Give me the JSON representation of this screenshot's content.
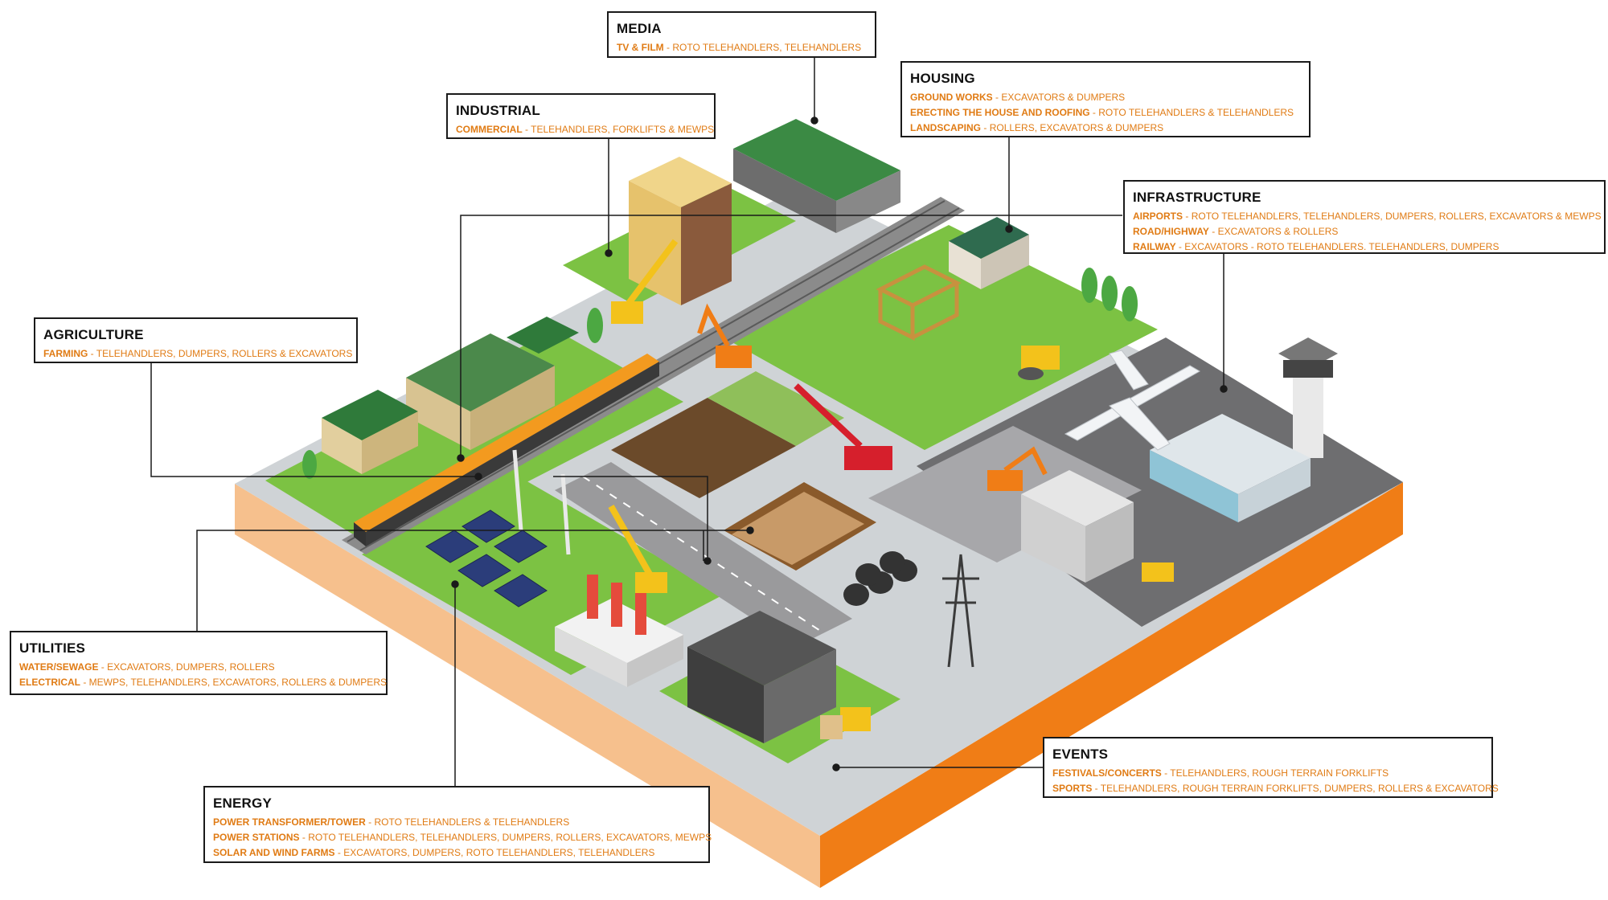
{
  "colors": {
    "accent": "#e07b14",
    "grass": "#7cc243",
    "road": "#a9a9a9",
    "base_left": "#f6c08d",
    "base_right": "#f07d16"
  },
  "callouts": {
    "media": {
      "title": "MEDIA",
      "items": [
        {
          "label": "TV & FILM",
          "sep": " - ",
          "value": "ROTO TELEHANDLERS, TELEHANDLERS"
        }
      ]
    },
    "industrial": {
      "title": "INDUSTRIAL",
      "items": [
        {
          "label": "COMMERCIAL",
          "sep": " - ",
          "value": "TELEHANDLERS, FORKLIFTS & MEWPS"
        }
      ]
    },
    "housing": {
      "title": "HOUSING",
      "items": [
        {
          "label": "GROUND WORKS",
          "sep": " - ",
          "value": "EXCAVATORS & DUMPERS"
        },
        {
          "label": "ERECTING THE HOUSE AND ROOFING",
          "sep": " - ",
          "value": "ROTO TELEHANDLERS & TELEHANDLERS"
        },
        {
          "label": "LANDSCAPING",
          "sep": " - ",
          "value": "ROLLERS, EXCAVATORS & DUMPERS"
        }
      ]
    },
    "infrastructure": {
      "title": "INFRASTRUCTURE",
      "items": [
        {
          "label": "AIRPORTS",
          "sep": " - ",
          "value": "ROTO TELEHANDLERS, TELEHANDLERS, DUMPERS, ROLLERS, EXCAVATORS & MEWPs"
        },
        {
          "label": "ROAD/HIGHWAY",
          "sep": " - ",
          "value": "EXCAVATORS & ROLLERS"
        },
        {
          "label": "RAILWAY",
          "sep": " - ",
          "value": "EXCAVATORS - ROTO TELEHANDLERS. TELEHANDLERS, DUMPERS"
        }
      ]
    },
    "agriculture": {
      "title": "AGRICULTURE",
      "items": [
        {
          "label": "FARMING",
          "sep": " - ",
          "value": "TELEHANDLERS, DUMPERS, ROLLERS & EXCAVATORS"
        }
      ]
    },
    "utilities": {
      "title": "UTILITIES",
      "items": [
        {
          "label": "WATER/SEWAGE",
          "sep": " - ",
          "value": "EXCAVATORS, DUMPERS, ROLLERS"
        },
        {
          "label": "ELECTRICAL",
          "sep": " - ",
          "value": "MEWPS, TELEHANDLERS, EXCAVATORS, ROLLERS & DUMPERS"
        }
      ]
    },
    "events": {
      "title": "EVENTS",
      "items": [
        {
          "label": "FESTIVALS/CONCERTS",
          "sep": " - ",
          "value": "TELEHANDLERS, ROUGH TERRAIN FORKLIFTS"
        },
        {
          "label": "SPORTS",
          "sep": " - ",
          "value": "TELEHANDLERS, ROUGH TERRAIN FORKLIFTS, DUMPERS, ROLLERS & EXCAVATORS"
        }
      ]
    },
    "energy": {
      "title": "ENERGY",
      "items": [
        {
          "label": "POWER TRANSFORMER/TOWER",
          "sep": " - ",
          "value": "ROTO TELEHANDLERS & TELEHANDLERS"
        },
        {
          "label": "POWER STATIONS",
          "sep": " - ",
          "value": "ROTO TELEHANDLERS, TELEHANDLERS, DUMPERS, ROLLERS, EXCAVATORS, MEWPS"
        },
        {
          "label": "SOLAR AND WIND FARMS",
          "sep": " - ",
          "value": "EXCAVATORS, DUMPERS, ROTO TELEHANDLERS, TELEHANDLERS"
        }
      ]
    }
  }
}
